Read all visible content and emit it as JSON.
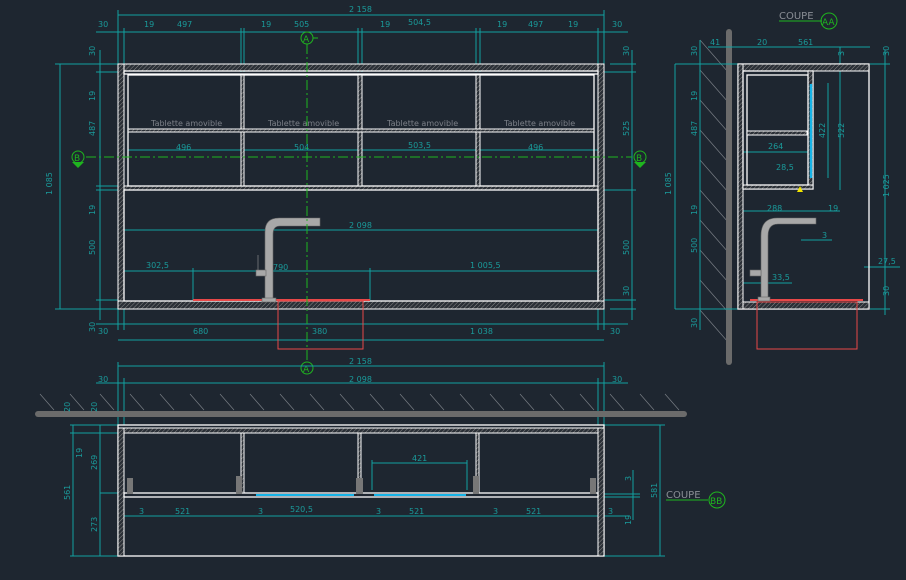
{
  "colors": {
    "background": "#1e2630",
    "dimension": "#1a9b9b",
    "outline": "#ffffff",
    "axis": "#1fb51f",
    "sink": "#e84848",
    "glass": "#16b4e8",
    "wall": "#6b6b6b"
  },
  "front": {
    "shelf_labels": [
      "Tablette amovible",
      "Tablette amovible",
      "Tablette amovible",
      "Tablette amovible"
    ],
    "dims": {
      "overall": "2 158",
      "top_row": [
        "30",
        "19",
        "497",
        "19",
        "505",
        "19",
        "504,5",
        "19",
        "497",
        "19",
        "30"
      ],
      "shelf_widths": [
        "496",
        "504",
        "503,5",
        "496"
      ],
      "left_total": "1 085",
      "left_chain": [
        "30",
        "19",
        "487",
        "19",
        "500",
        "30"
      ],
      "right_chain": [
        "30",
        "525",
        "500",
        "30"
      ],
      "inner_width": "2 098",
      "tap_row": [
        "302,5",
        "790",
        "1 005,5"
      ],
      "bottom_row": [
        "30",
        "680",
        "380",
        "1 038",
        "30"
      ]
    },
    "markers": {
      "a": "A",
      "b": "B"
    }
  },
  "section_aa": {
    "title": "COUPE",
    "tag": "AA",
    "dims": {
      "top": [
        "41",
        "20",
        "561",
        "3"
      ],
      "left": [
        "30",
        "19",
        "487",
        "19",
        "500",
        "30"
      ],
      "total": "1 085",
      "right_total": "1 025",
      "right": [
        "30",
        "27,5",
        "30"
      ],
      "inner": [
        "264",
        "28,5",
        "422",
        "522",
        "288",
        "19",
        "3",
        "33,5"
      ]
    }
  },
  "plan": {
    "title": "COUPE",
    "tag": "BB",
    "dims": {
      "overall": "2 158",
      "inner": "2 098",
      "sides": [
        "30",
        "30"
      ],
      "left": [
        "20",
        "20",
        "19",
        "269",
        "561",
        "273"
      ],
      "right": [
        "3",
        "19",
        "581"
      ],
      "drawer": "421",
      "bottom_row": [
        "3",
        "521",
        "3",
        "520,5",
        "3",
        "521",
        "3",
        "521",
        "3"
      ]
    }
  }
}
